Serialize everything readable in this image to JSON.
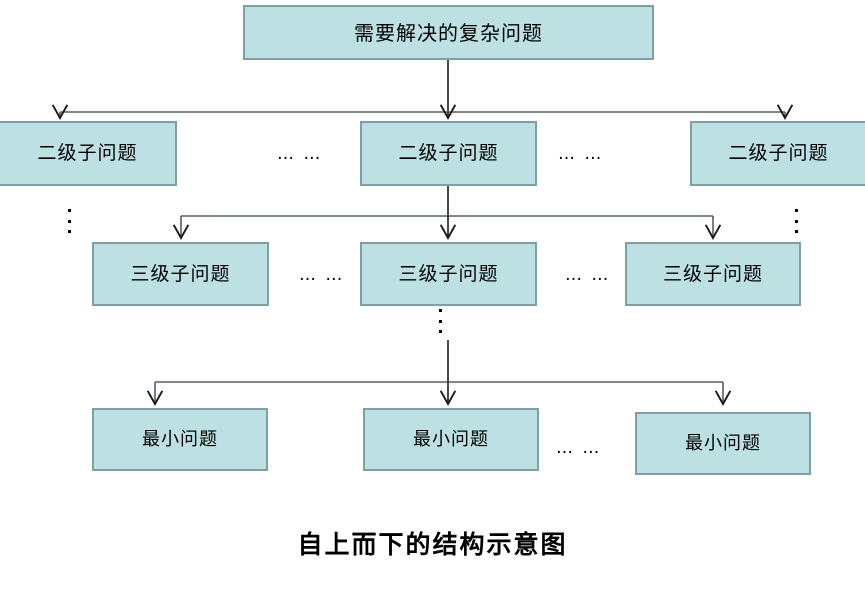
{
  "diagram": {
    "caption": "自上而下的结构示意图",
    "colors": {
      "node_fill": "#bde0e3",
      "node_border": "#7f9ea6",
      "edge": "#404040",
      "text": "#000000",
      "background": "#ffffff"
    },
    "levels": [
      {
        "name": "root",
        "nodes": [
          {
            "label": "需要解决的复杂问题"
          }
        ]
      },
      {
        "name": "level-2",
        "nodes": [
          {
            "label": "二级子问题"
          },
          {
            "label": "二级子问题"
          },
          {
            "label": "二级子问题"
          }
        ]
      },
      {
        "name": "level-3",
        "nodes": [
          {
            "label": "三级子问题"
          },
          {
            "label": "三级子问题"
          },
          {
            "label": "三级子问题"
          }
        ]
      },
      {
        "name": "level-4",
        "nodes": [
          {
            "label": "最小问题"
          },
          {
            "label": "最小问题"
          },
          {
            "label": "最小问题"
          }
        ]
      }
    ],
    "ellipses": {
      "horizontal": "… …",
      "vertical": "⋮"
    }
  }
}
